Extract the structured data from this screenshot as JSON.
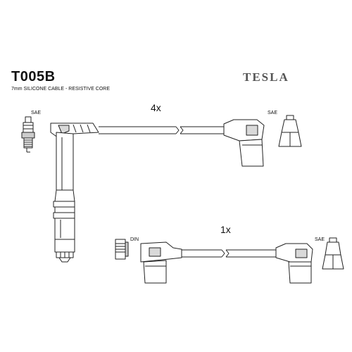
{
  "header": {
    "part_number": "T005B",
    "cable_spec": "7mm SILICONE CABLE - RESISTIVE CORE",
    "brand": "TESLA"
  },
  "labels": {
    "sae_plug": "SAE",
    "sae_top_right": "SAE",
    "din": "DIN",
    "sae_bottom_right": "SAE",
    "qty_upper": "4x",
    "qty_lower": "1x"
  },
  "colors": {
    "line": "#222222",
    "fill": "#ffffff",
    "shade": "#d9d9d9",
    "brand": "#555555"
  }
}
